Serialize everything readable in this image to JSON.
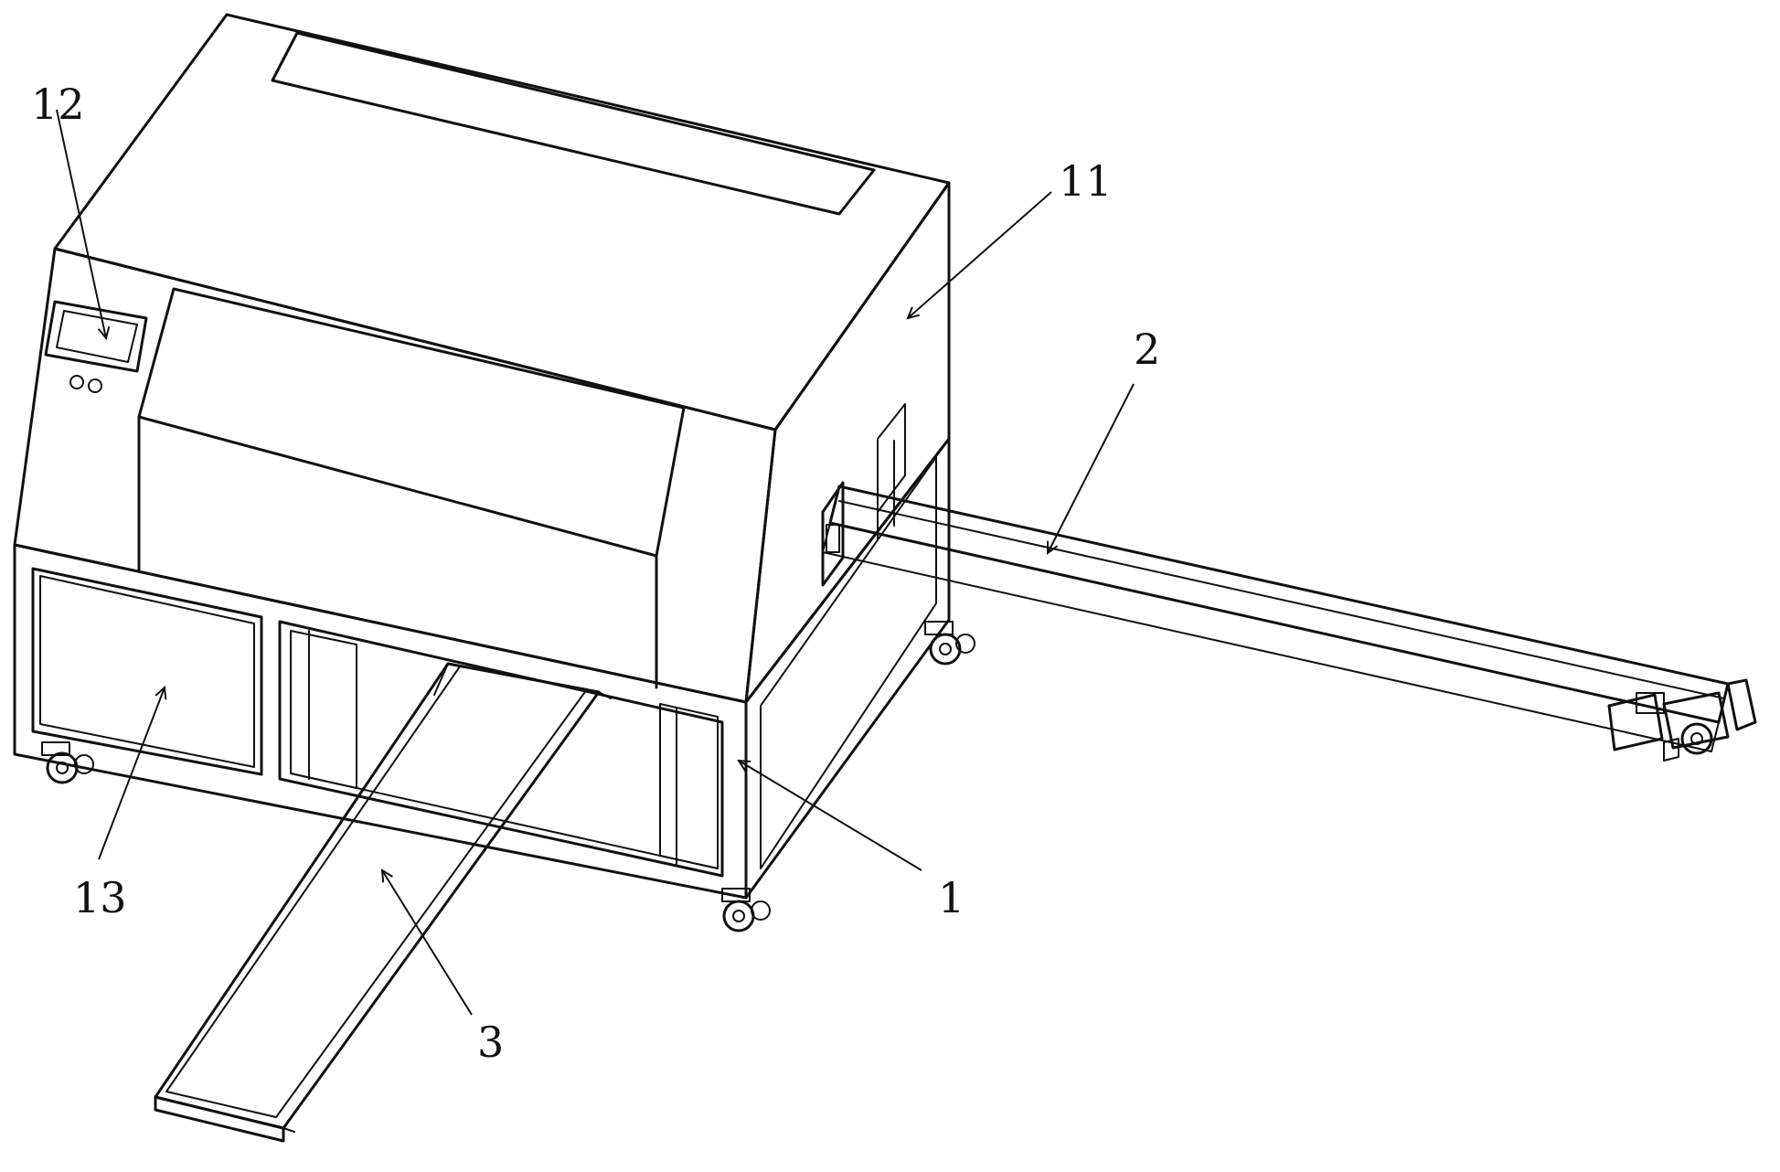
{
  "colors": {
    "line": "#111111",
    "background": "#ffffff"
  },
  "callouts": {
    "c12": "12",
    "c11": "11",
    "c2": "2",
    "c13": "13",
    "c1": "1",
    "c3": "3"
  }
}
